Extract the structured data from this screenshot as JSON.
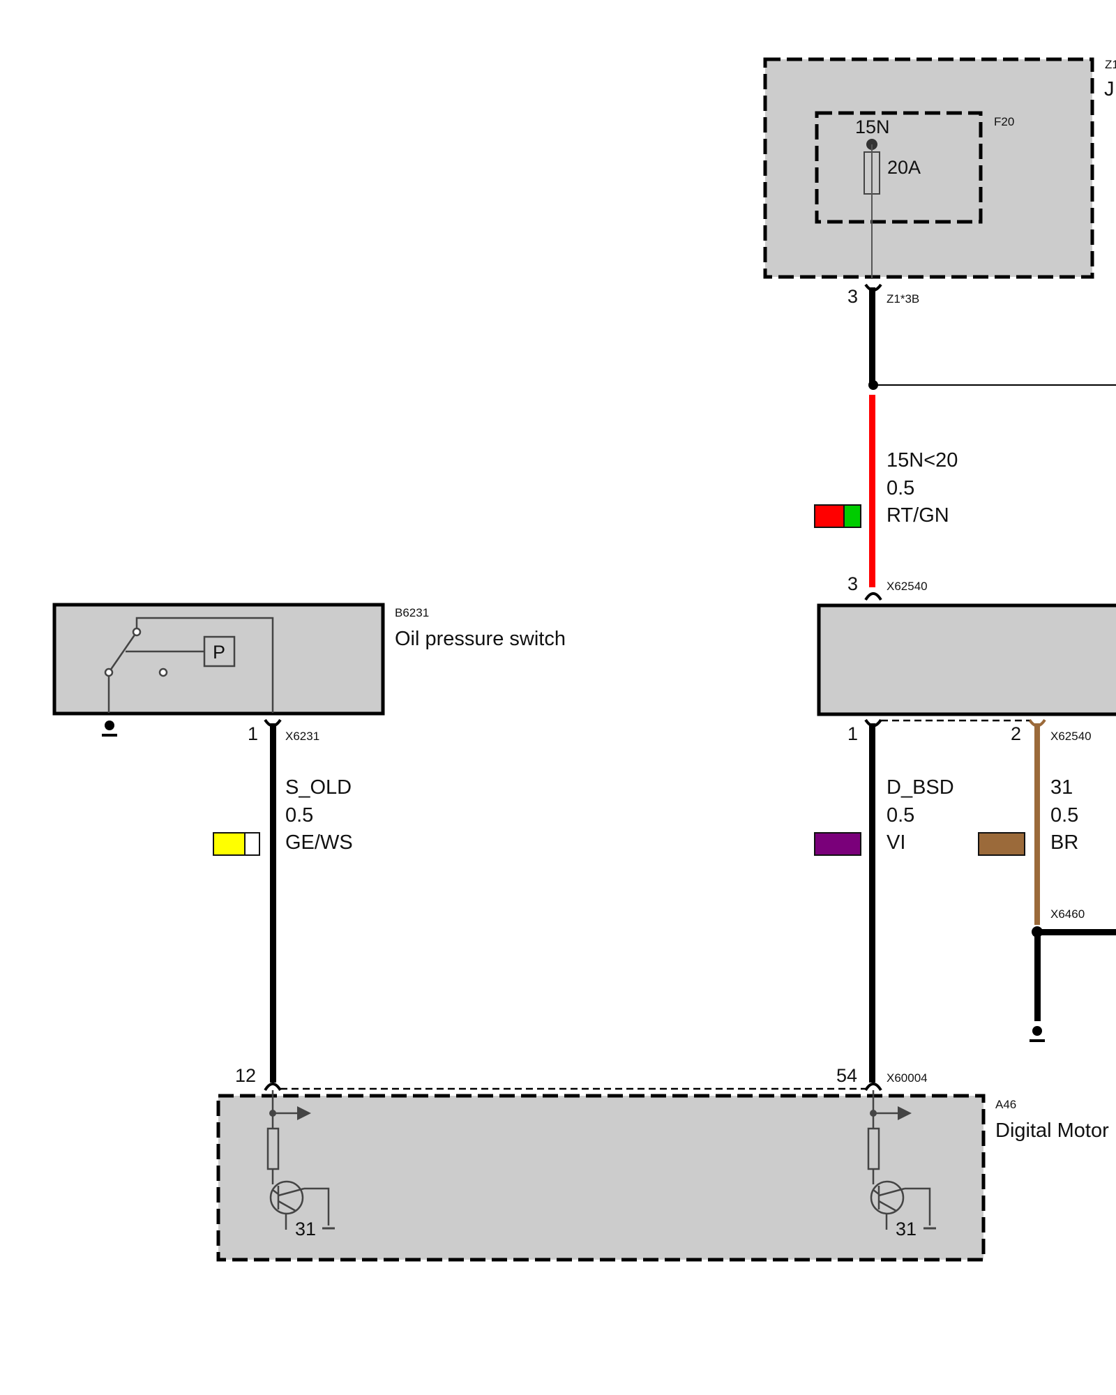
{
  "colors": {
    "background": "#ffffff",
    "component_fill": "#cccccc",
    "wire_black": "#000000",
    "wire_red": "#ff0000",
    "wire_brown": "#9b6a3a",
    "color_yellow": "#ffff00",
    "color_white": "#ffffff",
    "color_red": "#ff0000",
    "color_green": "#00cc00",
    "color_violet": "#7a007a",
    "color_brown": "#9b6a3a"
  },
  "fuse_box": {
    "id_label": "Z1",
    "name_partial": "J",
    "fuse_id": "F20",
    "terminal": "15N",
    "rating": "20A",
    "pin": "3",
    "connector": "Z1*3B"
  },
  "wire_red": {
    "signal": "15N<20",
    "size": "0.5",
    "color_code": "RT/GN"
  },
  "x62540_top": {
    "pin": "3",
    "connector": "X62540"
  },
  "oil_switch": {
    "id_label": "B6231",
    "name": "Oil pressure switch",
    "symbol": "P",
    "pin": "1",
    "connector": "X6231"
  },
  "wire_s_old": {
    "signal": "S_OLD",
    "size": "0.5",
    "color_code": "GE/WS"
  },
  "x62540_bottom": {
    "pin_left": "1",
    "pin_right": "2",
    "connector": "X62540"
  },
  "wire_d_bsd": {
    "signal": "D_BSD",
    "size": "0.5",
    "color_code": "VI"
  },
  "wire_ground": {
    "signal": "31",
    "size": "0.5",
    "color_code": "BR",
    "splice": "X6460"
  },
  "dme": {
    "id_label": "A46",
    "name": "Digital Motor",
    "pin_left": "12",
    "pin_right": "54",
    "connector": "X60004",
    "ground_left": "31",
    "ground_right": "31"
  }
}
